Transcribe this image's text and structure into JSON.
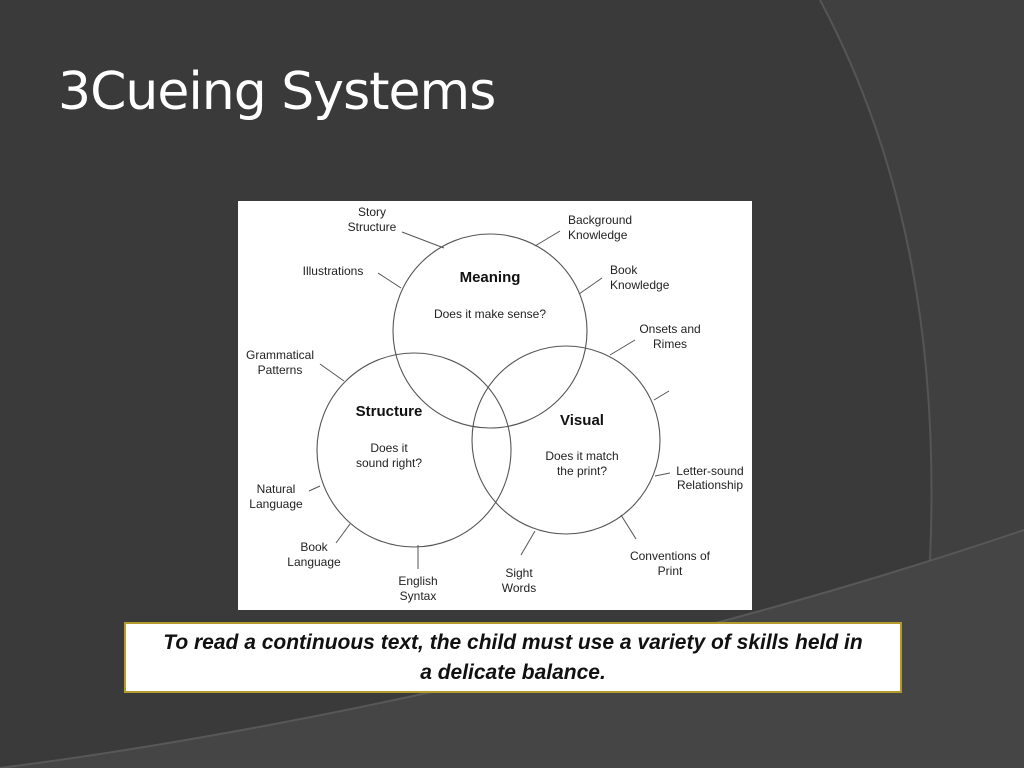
{
  "slide": {
    "title": "3Cueing Systems",
    "caption": "To read a continuous text, the child must use a variety of skills held in a delicate balance."
  },
  "diagram": {
    "circles": {
      "meaning": {
        "heading": "Meaning",
        "question": "Does it make sense?"
      },
      "structure": {
        "heading": "Structure",
        "question_lines": [
          "Does it",
          "sound right?"
        ]
      },
      "visual": {
        "heading": "Visual",
        "question_lines": [
          "Does it match",
          "the print?"
        ]
      }
    },
    "labels": {
      "story_structure": [
        "Story",
        "Structure"
      ],
      "background_knowledge": [
        "Background",
        "Knowledge"
      ],
      "illustrations": [
        "Illustrations"
      ],
      "book_knowledge": [
        "Book",
        "Knowledge"
      ],
      "onsets_rimes": [
        "Onsets and",
        "Rimes"
      ],
      "grammatical_patterns": [
        "Grammatical",
        "Patterns"
      ],
      "letter_sound": [
        "Letter-sound",
        "Relationship"
      ],
      "natural_language": [
        "Natural",
        "Language"
      ],
      "book_language": [
        "Book",
        "Language"
      ],
      "english_syntax": [
        "English",
        "Syntax"
      ],
      "sight_words": [
        "Sight",
        "Words"
      ],
      "conventions_print": [
        "Conventions of",
        "Print"
      ]
    }
  },
  "colors": {
    "background": "#3a3a3a",
    "caption_border": "#b59a2c",
    "title": "#ffffff"
  }
}
